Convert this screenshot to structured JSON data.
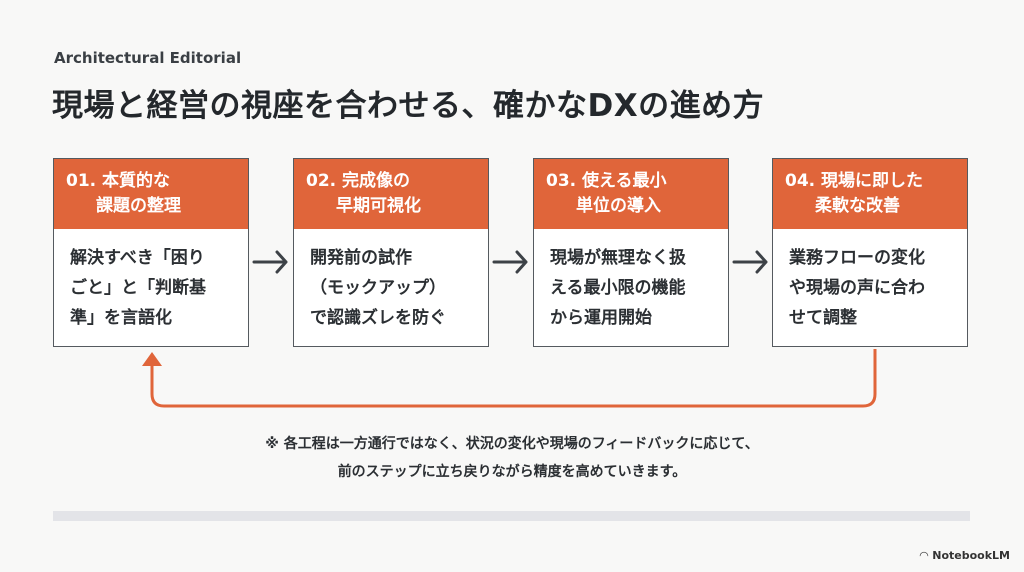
{
  "subtitle": "Architectural Editorial",
  "title": "現場と経営の視座を合わせる、確かなDXの進め方",
  "steps": [
    {
      "head": [
        "01. 本質的な",
        "課題の整理"
      ],
      "body": [
        "解決すべき「困り",
        "ごと」と「判断基",
        "準」を言語化"
      ]
    },
    {
      "head": [
        "02. 完成像の",
        "早期可視化"
      ],
      "body": [
        "開発前の試作",
        "（モックアップ）",
        "で認識ズレを防ぐ"
      ]
    },
    {
      "head": [
        "03. 使える最小",
        "単位の導入"
      ],
      "body": [
        "現場が無理なく扱",
        "える最小限の機能",
        "から運用開始"
      ]
    },
    {
      "head": [
        "04. 現場に即した",
        "柔軟な改善"
      ],
      "body": [
        "業務フローの変化",
        "や現場の声に合わ",
        "せて調整"
      ]
    }
  ],
  "note": [
    "※ 各工程は一方通行ではなく、状況の変化や現場のフィードバックに応じて、",
    "前のステップに立ち戻りながら精度を高めていきます。"
  ],
  "logo": "NotebookLM",
  "colors": {
    "accent": "#e0653a",
    "text": "#2b2f33"
  }
}
